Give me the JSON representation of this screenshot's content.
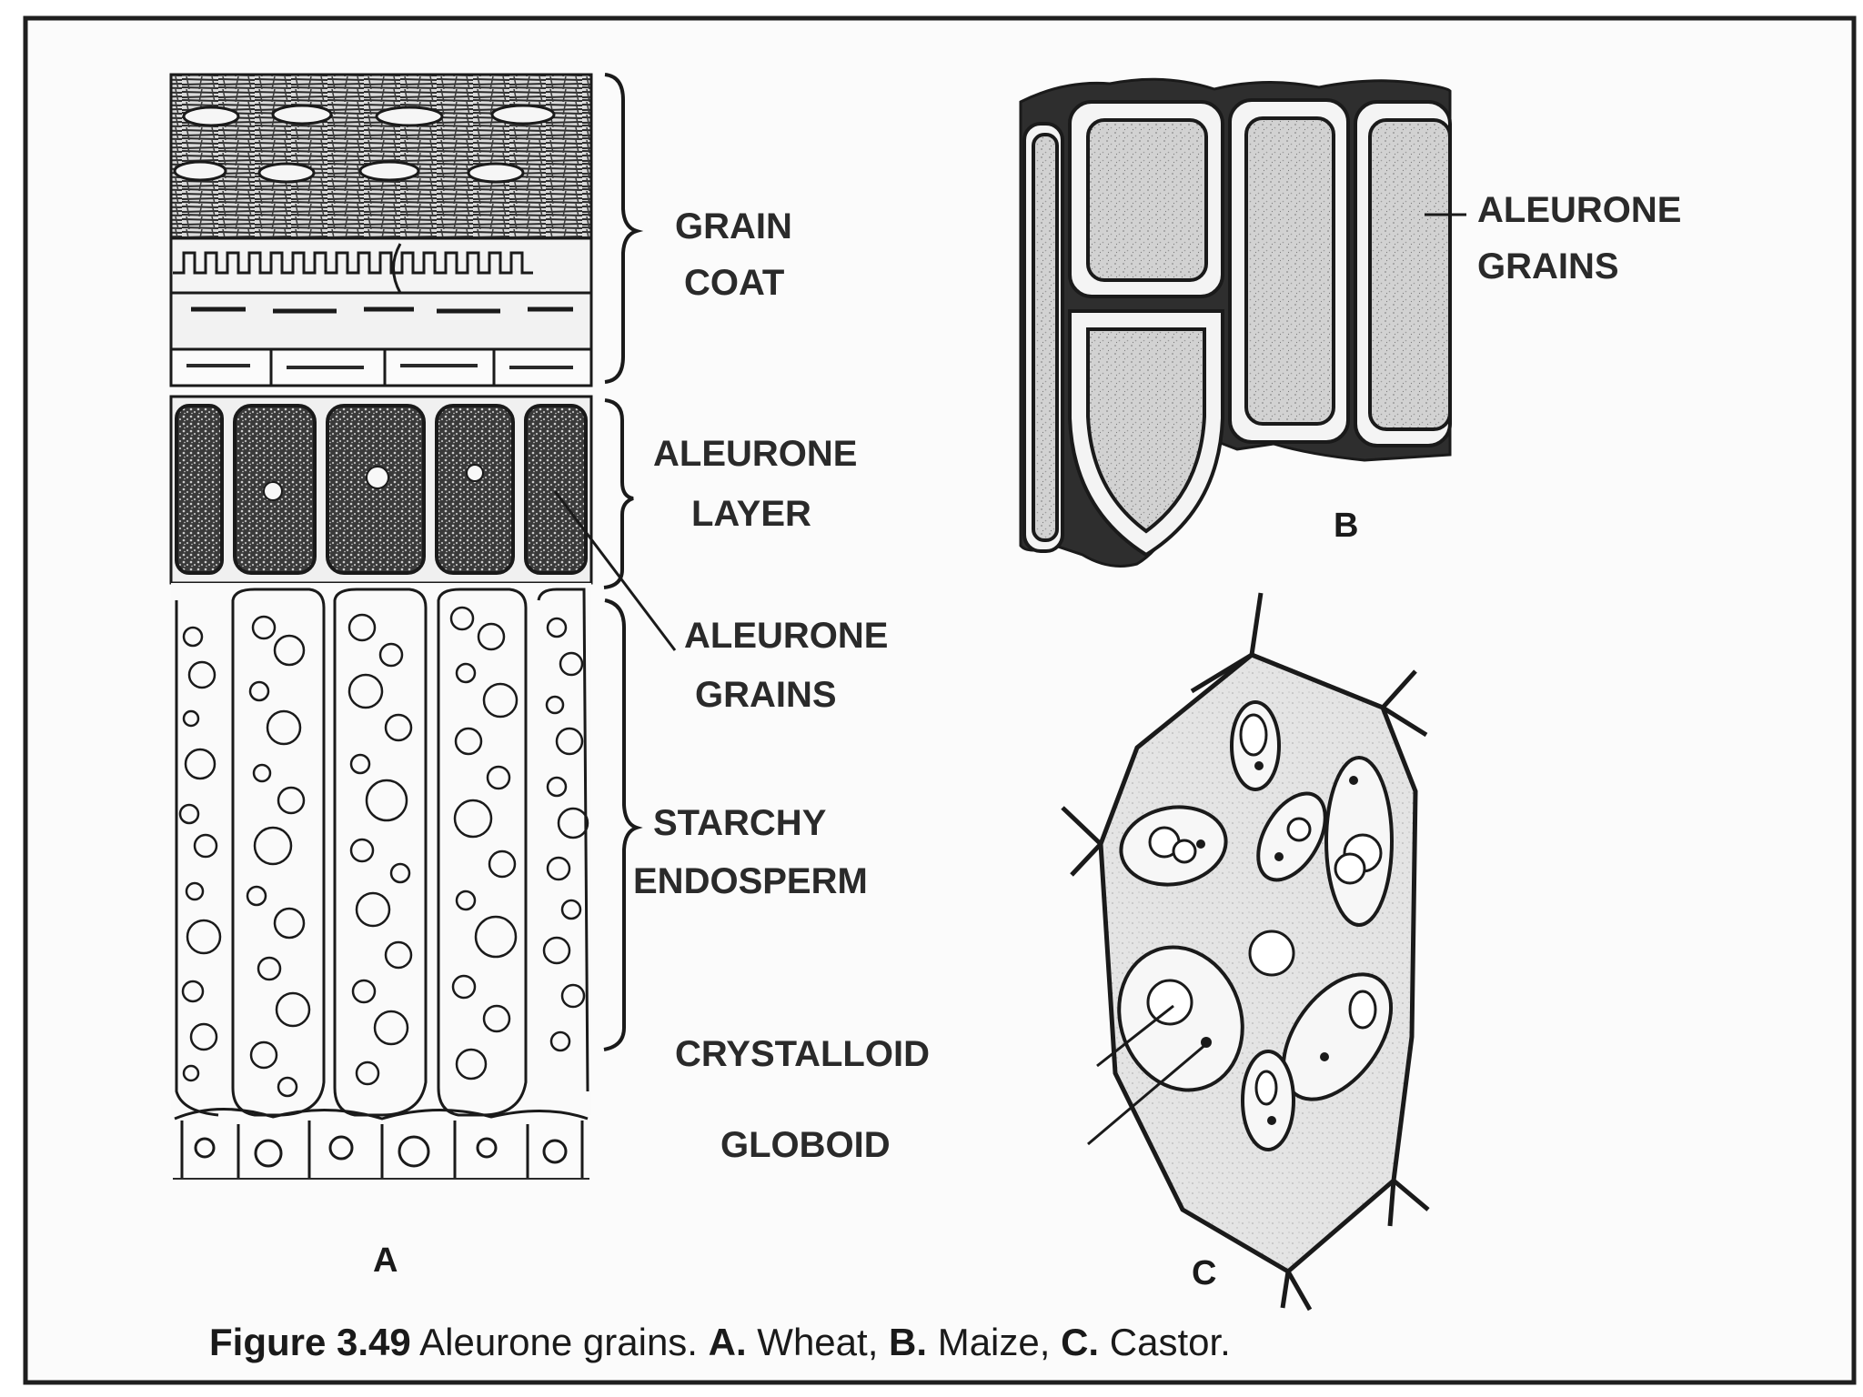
{
  "panel_a": {
    "letter": "A",
    "labels": {
      "grain_coat_1": "GRAIN",
      "grain_coat_2": "COAT",
      "aleurone_layer_1": "ALEURONE",
      "aleurone_layer_2": "LAYER",
      "aleurone_grains_1": "ALEURONE",
      "aleurone_grains_2": "GRAINS",
      "starchy_endosperm_1": "STARCHY",
      "starchy_endosperm_2": "ENDOSPERM",
      "crystalloid": "CRYSTALLOID",
      "globoid": "GLOBOID"
    }
  },
  "panel_b": {
    "letter": "B",
    "labels": {
      "aleurone_grains_1": "ALEURONE",
      "aleurone_grains_2": "GRAINS"
    }
  },
  "panel_c": {
    "letter": "C"
  },
  "caption": {
    "figure_number": "Figure 3.49",
    "title": " Aleurone grains. ",
    "a_letter": "A.",
    "a_text": " Wheat, ",
    "b_letter": "B.",
    "b_text": " Maize, ",
    "c_letter": "C.",
    "c_text": " Castor."
  }
}
